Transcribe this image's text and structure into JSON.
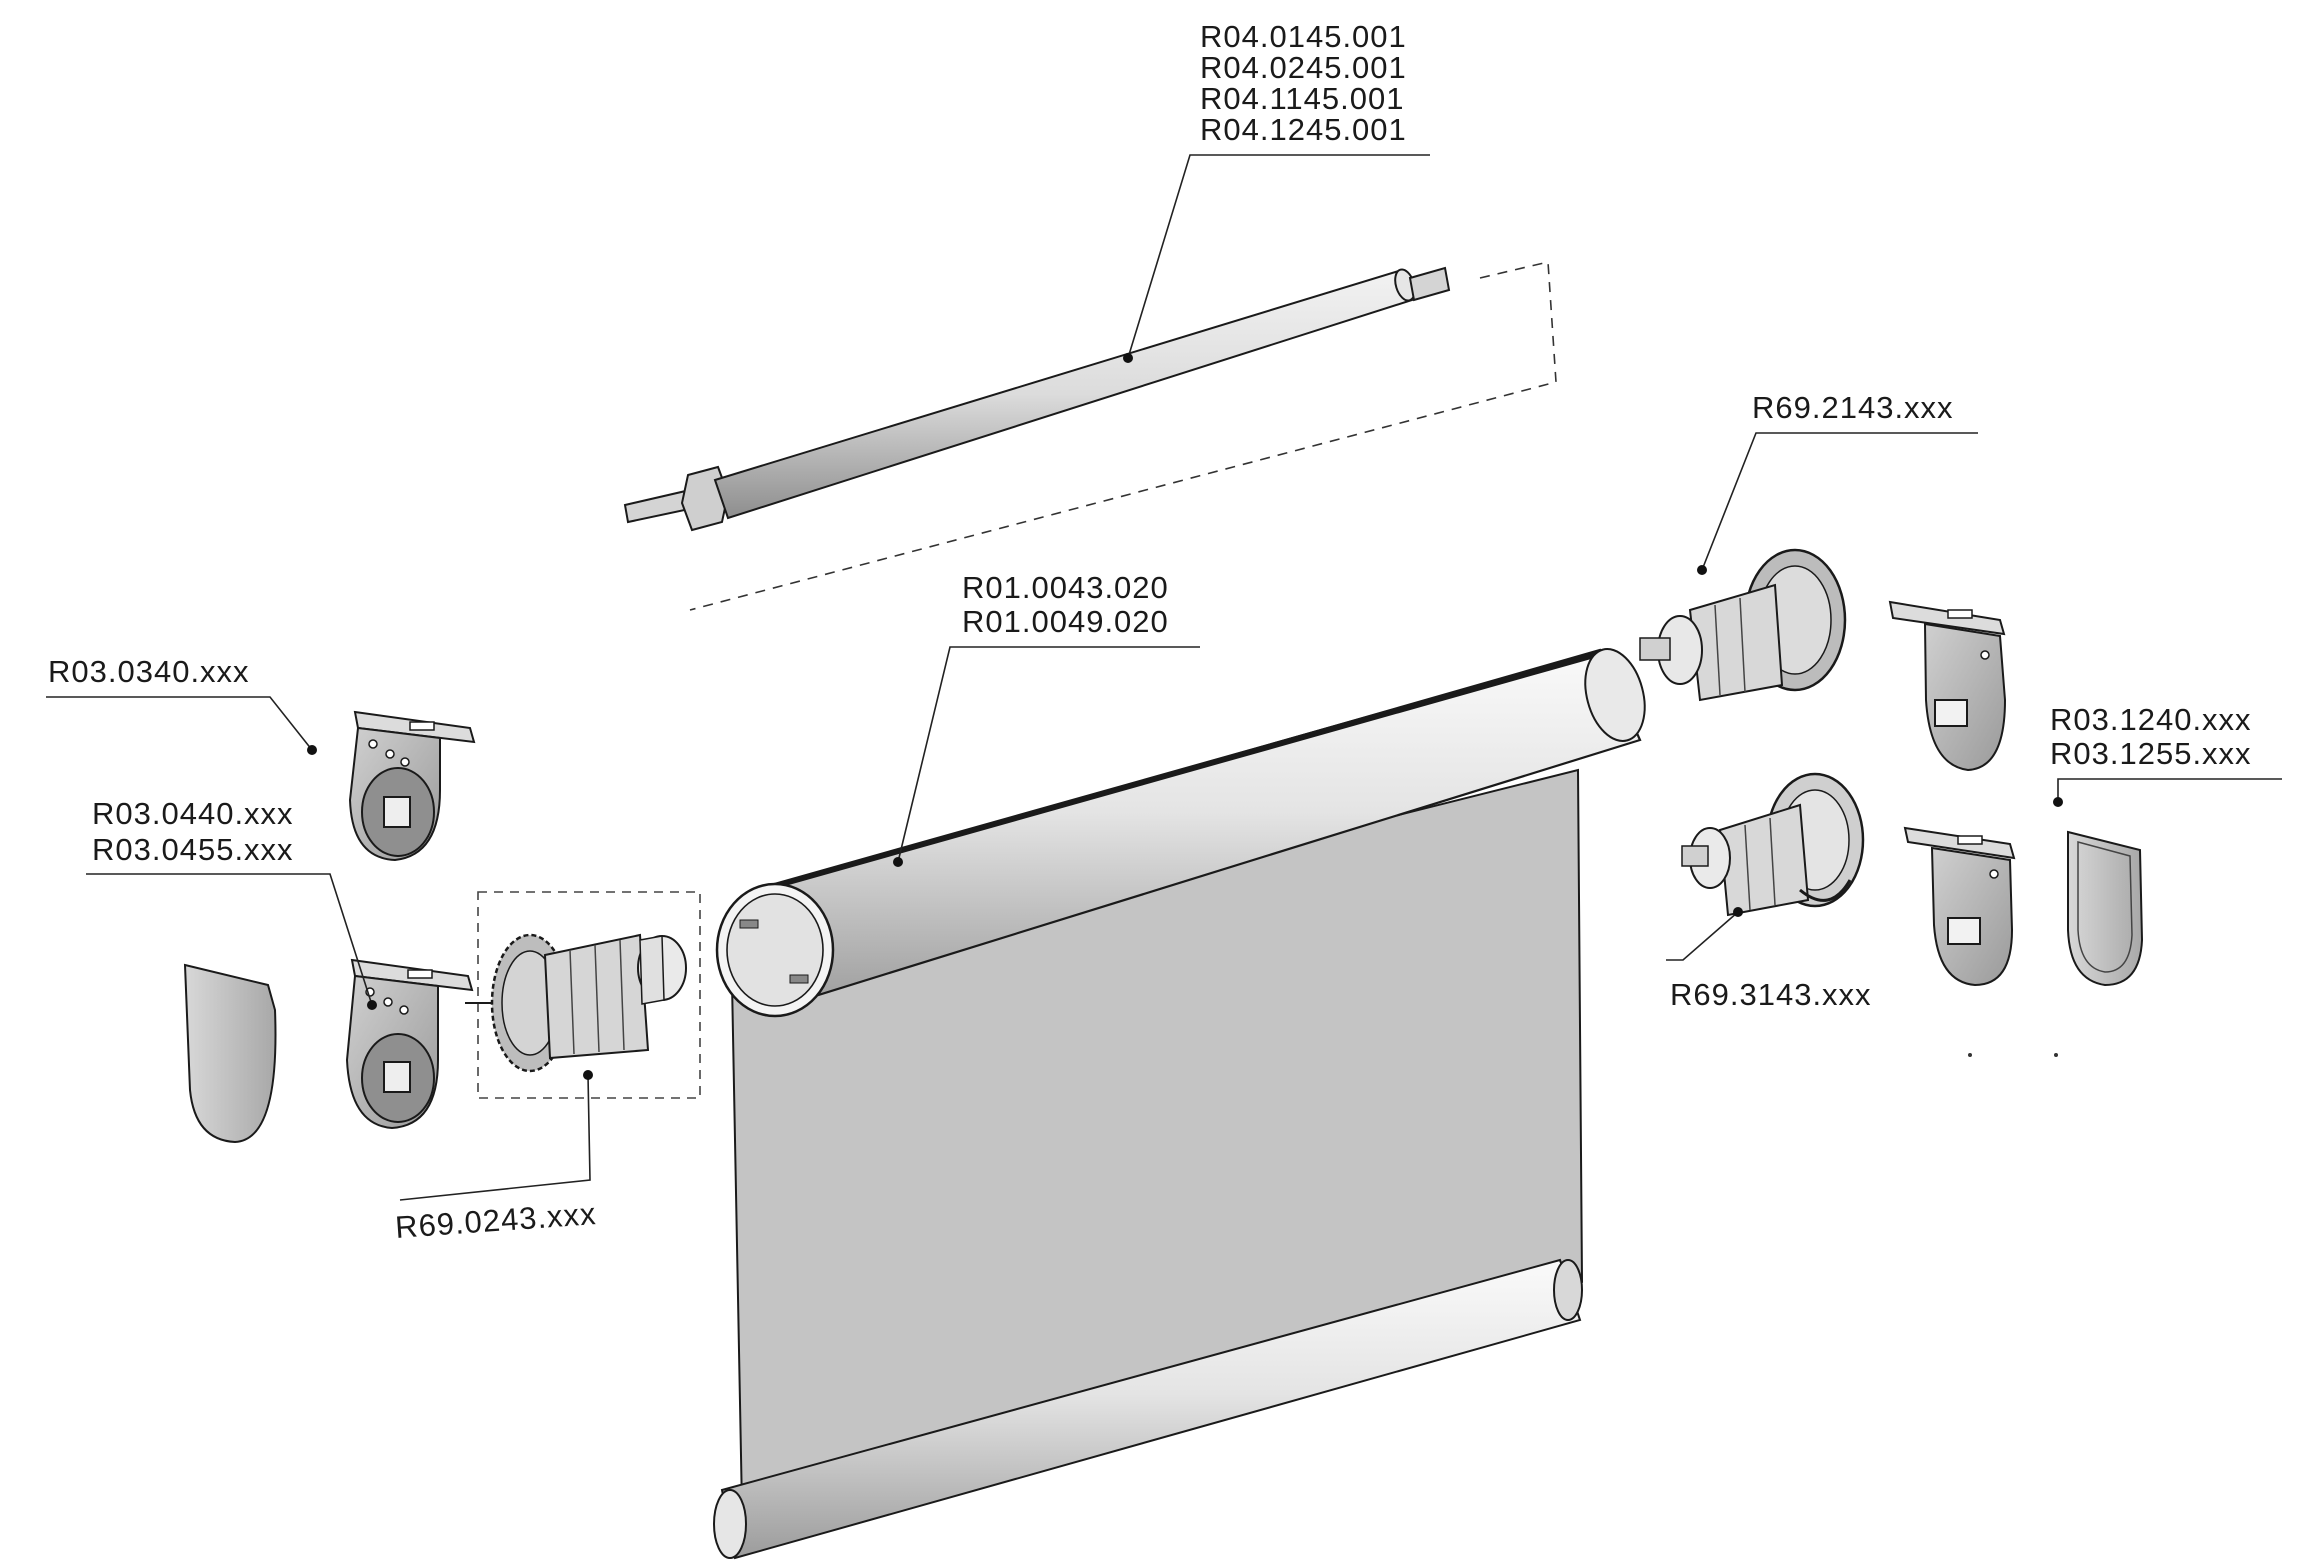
{
  "callouts": {
    "tube_upper": [
      "R04.0145.001",
      "R04.0245.001",
      "R04.1145.001",
      "R04.1245.001"
    ],
    "r69_2143": "R69.2143.xxx",
    "roller_tube": [
      "R01.0043.020",
      "R01.0049.020"
    ],
    "r03_0340": "R03.0340.xxx",
    "r03_1240_group": [
      "R03.1240.xxx",
      "R03.1255.xxx"
    ],
    "r03_0440_group": [
      "R03.0440.xxx",
      "R03.0455.xxx"
    ],
    "r69_3143": "R69.3143.xxx",
    "r69_0243": "R69.0243.xxx"
  },
  "colors": {
    "line": "#1a1a1a",
    "part_light": "#e8e8e8",
    "part_mid": "#bdbdbd",
    "part_dark": "#8c8c8c",
    "fabric": "#c4c4c4"
  }
}
